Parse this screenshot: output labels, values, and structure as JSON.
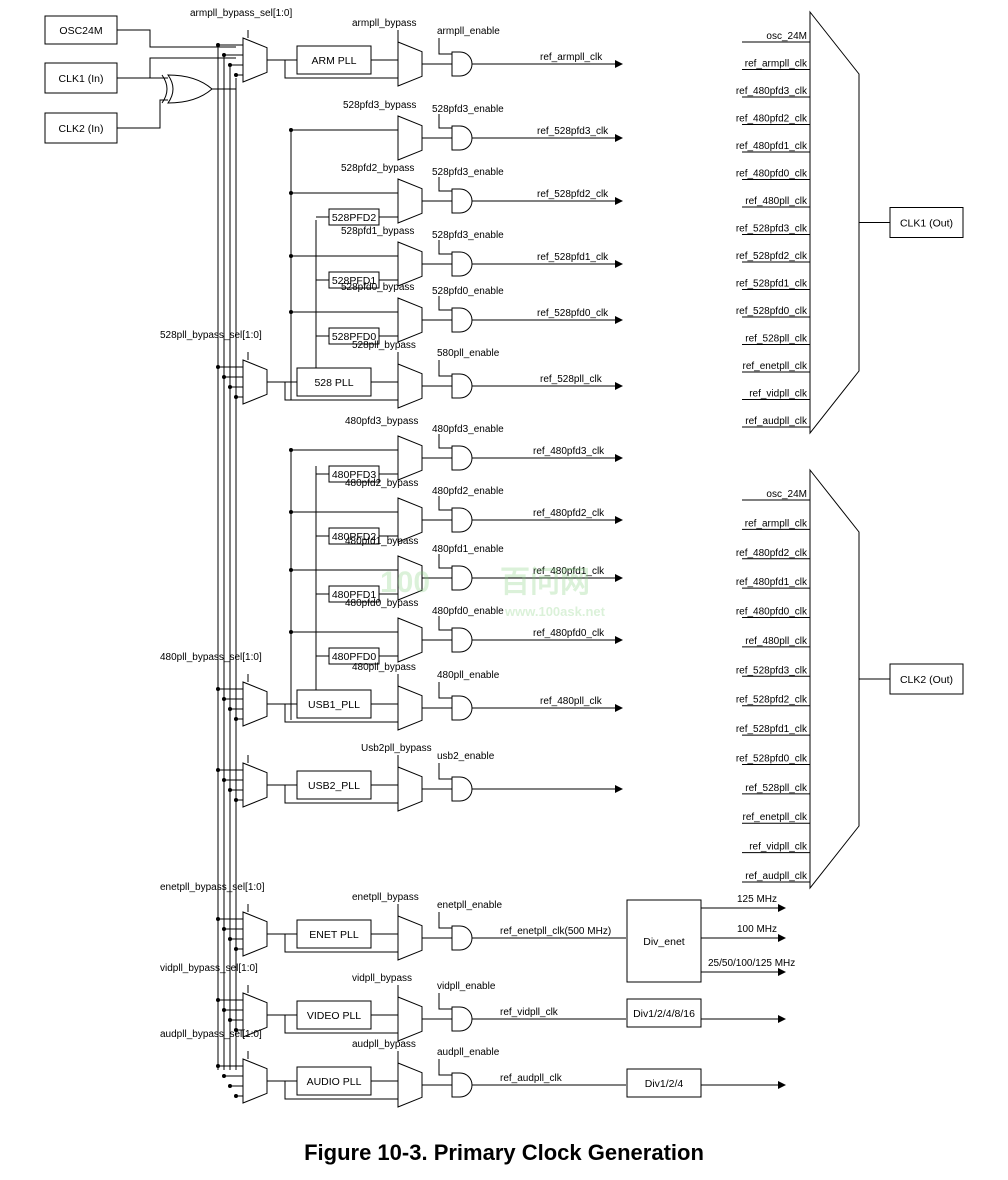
{
  "caption": "Figure 10-3. Primary Clock Generation",
  "inputs": {
    "osc": "OSC24M",
    "clk1": "CLK1 (In)",
    "clk2": "CLK2 (In)"
  },
  "plls": [
    {
      "sel": "armpll_bypass_sel[1:0]",
      "pll": "ARM PLL",
      "bypass": "armpll_bypass",
      "enable": "armpll_enable",
      "out": "ref_armpll_clk"
    },
    {
      "sel": "528pll_bypass_sel[1:0]",
      "pll": "528 PLL",
      "bypass": "528pll_bypass",
      "enable": "580pll_enable",
      "out": "ref_528pll_clk"
    },
    {
      "sel": "480pll_bypass_sel[1:0]",
      "pll": "USB1_PLL",
      "bypass": "480pll_bypass",
      "enable": "480pll_enable",
      "out": "ref_480pll_clk"
    },
    {
      "sel": "",
      "pll": "USB2_PLL",
      "bypass": "Usb2pll_bypass",
      "enable": "usb2_enable",
      "out": ""
    },
    {
      "sel": "enetpll_bypass_sel[1:0]",
      "pll": "ENET PLL",
      "bypass": "enetpll_bypass",
      "enable": "enetpll_enable",
      "out": "ref_enetpll_clk(500 MHz)"
    },
    {
      "sel": "vidpll_bypass_sel[1:0]",
      "pll": "VIDEO PLL",
      "bypass": "vidpll_bypass",
      "enable": "vidpll_enable",
      "out": "ref_vidpll_clk"
    },
    {
      "sel": "audpll_bypass_sel[1:0]",
      "pll": "AUDIO PLL",
      "bypass": "audpll_bypass",
      "enable": "audpll_enable",
      "out": "ref_audpll_clk"
    }
  ],
  "pfd528": [
    {
      "box": "",
      "bypass": "528pfd3_bypass",
      "enable": "528pfd3_enable",
      "out": "ref_528pfd3_clk"
    },
    {
      "box": "528PFD2",
      "bypass": "528pfd2_bypass",
      "enable": "528pfd3_enable",
      "out": "ref_528pfd2_clk"
    },
    {
      "box": "528PFD1",
      "bypass": "528pfd1_bypass",
      "enable": "528pfd3_enable",
      "out": "ref_528pfd1_clk"
    },
    {
      "box": "528PFD0",
      "bypass": "528pfd0_bypass",
      "enable": "528pfd0_enable",
      "out": "ref_528pfd0_clk"
    }
  ],
  "pfd480": [
    {
      "box": "480PFD3",
      "bypass": "480pfd3_bypass",
      "enable": "480pfd3_enable",
      "out": "ref_480pfd3_clk"
    },
    {
      "box": "480PFD2",
      "bypass": "480pfd2_bypass",
      "enable": "480pfd2_enable",
      "out": "ref_480pfd2_clk"
    },
    {
      "box": "480PFD1",
      "bypass": "480pfd1_bypass",
      "enable": "480pfd1_enable",
      "out": "ref_480pfd1_clk"
    },
    {
      "box": "480PFD0",
      "bypass": "480pfd0_bypass",
      "enable": "480pfd0_enable",
      "out": "ref_480pfd0_clk"
    }
  ],
  "dividers": {
    "enet": "Div_enet",
    "enet_outputs": [
      "125 MHz",
      "100 MHz",
      "25/50/100/125 MHz"
    ],
    "video": "Div1/2/4/8/16",
    "audio": "Div1/2/4"
  },
  "clk1_out": {
    "label": "CLK1 (Out)",
    "inputs": [
      "osc_24M",
      "ref_armpll_clk",
      "ref_480pfd3_clk",
      "ref_480pfd2_clk",
      "ref_480pfd1_clk",
      "ref_480pfd0_clk",
      "ref_480pll_clk",
      "ref_528pfd3_clk",
      "ref_528pfd2_clk",
      "ref_528pfd1_clk",
      "ref_528pfd0_clk",
      "ref_528pll_clk",
      "ref_enetpll_clk",
      "ref_vidpll_clk",
      "ref_audpll_clk"
    ]
  },
  "clk2_out": {
    "label": "CLK2 (Out)",
    "inputs": [
      "osc_24M",
      "ref_armpll_clk",
      "ref_480pfd2_clk",
      "ref_480pfd1_clk",
      "ref_480pfd0_clk",
      "ref_480pll_clk",
      "ref_528pfd3_clk",
      "ref_528pfd2_clk",
      "ref_528pfd1_clk",
      "ref_528pfd0_clk",
      "ref_528pll_clk",
      "ref_enetpll_clk",
      "ref_vidpll_clk",
      "ref_audpll_clk"
    ]
  },
  "watermark": {
    "logo": "100",
    "brand": "百问网",
    "url": "www.100ask.net"
  }
}
